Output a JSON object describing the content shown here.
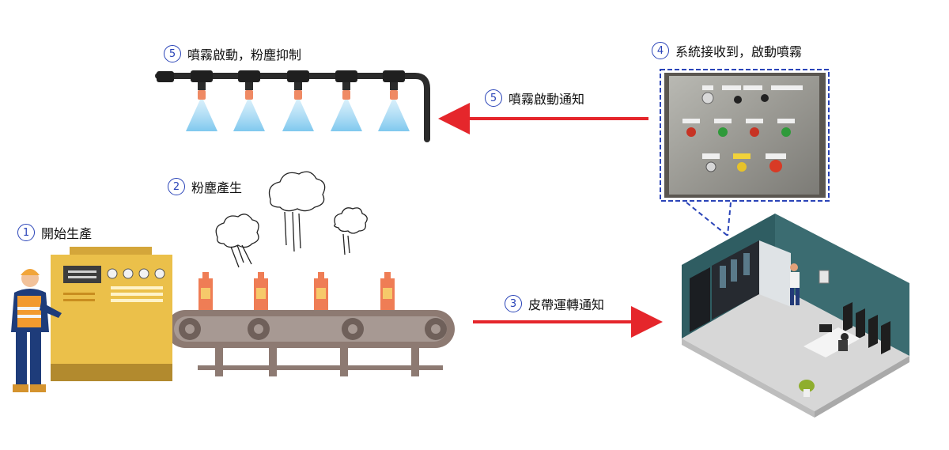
{
  "steps": [
    {
      "num": "1",
      "text": "開始生產"
    },
    {
      "num": "2",
      "text": "粉塵產生"
    },
    {
      "num": "3",
      "text": "皮帶運轉通知"
    },
    {
      "num": "4",
      "text": "系統接收到，啟動噴霧"
    },
    {
      "num": "5",
      "text": "噴霧啟動通知"
    },
    {
      "num": "5",
      "text": "噴霧啟動，粉塵抑制"
    }
  ],
  "colors": {
    "arrow": "#e5262b",
    "accent": "#2a44b8",
    "machine": "#ebc04a",
    "conveyor": "#8d7a72",
    "bottle": "#ef7d55",
    "spray": "#7fc8ee",
    "room_wall": "#2f5d62"
  },
  "icons": [
    "worker-icon",
    "machine-icon",
    "conveyor-icon",
    "bottle-icon",
    "dust-cloud-icon",
    "spray-nozzle-icon",
    "control-panel-photo",
    "server-room-icon"
  ]
}
